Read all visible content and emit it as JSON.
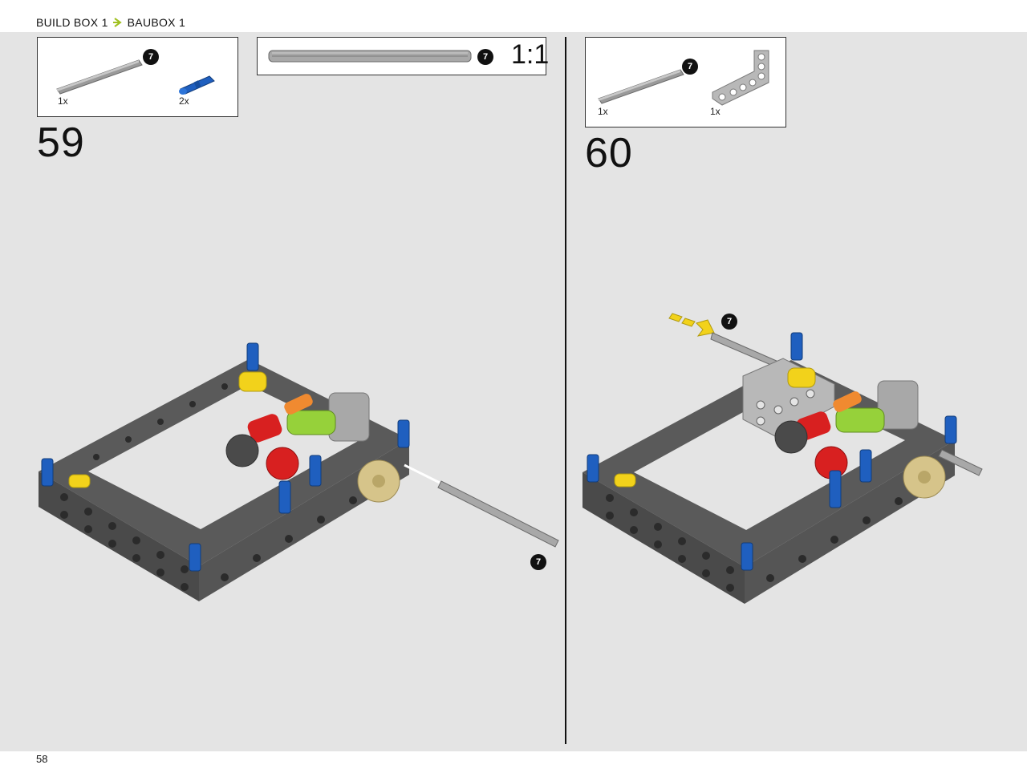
{
  "header": {
    "crumb_1": "BUILD BOX 1",
    "crumb_2": "BAUBOX 1",
    "accent_color": "#a0c020"
  },
  "step_59": {
    "number": "59",
    "parts": [
      {
        "icon": "grey-axle",
        "qty": "1x",
        "badge": "7"
      },
      {
        "icon": "blue-axle-pin",
        "qty": "2x"
      }
    ],
    "scale_badge": "7",
    "scale_label": "1:1",
    "callout_badge": "7"
  },
  "step_60": {
    "number": "60",
    "parts": [
      {
        "icon": "grey-axle",
        "qty": "1x",
        "badge": "7"
      },
      {
        "icon": "l-beam",
        "qty": "1x"
      }
    ],
    "callout_badge": "7"
  },
  "colors": {
    "background": "#e4e4e4",
    "frame": "#5a5a5a",
    "blue_pin": "#1f5fbf",
    "yellow": "#f2d21b",
    "red": "#d82020",
    "lime": "#96d13a",
    "orange": "#f08a30",
    "tan": "#d6c48a"
  },
  "footer": {
    "page_number": "58"
  }
}
